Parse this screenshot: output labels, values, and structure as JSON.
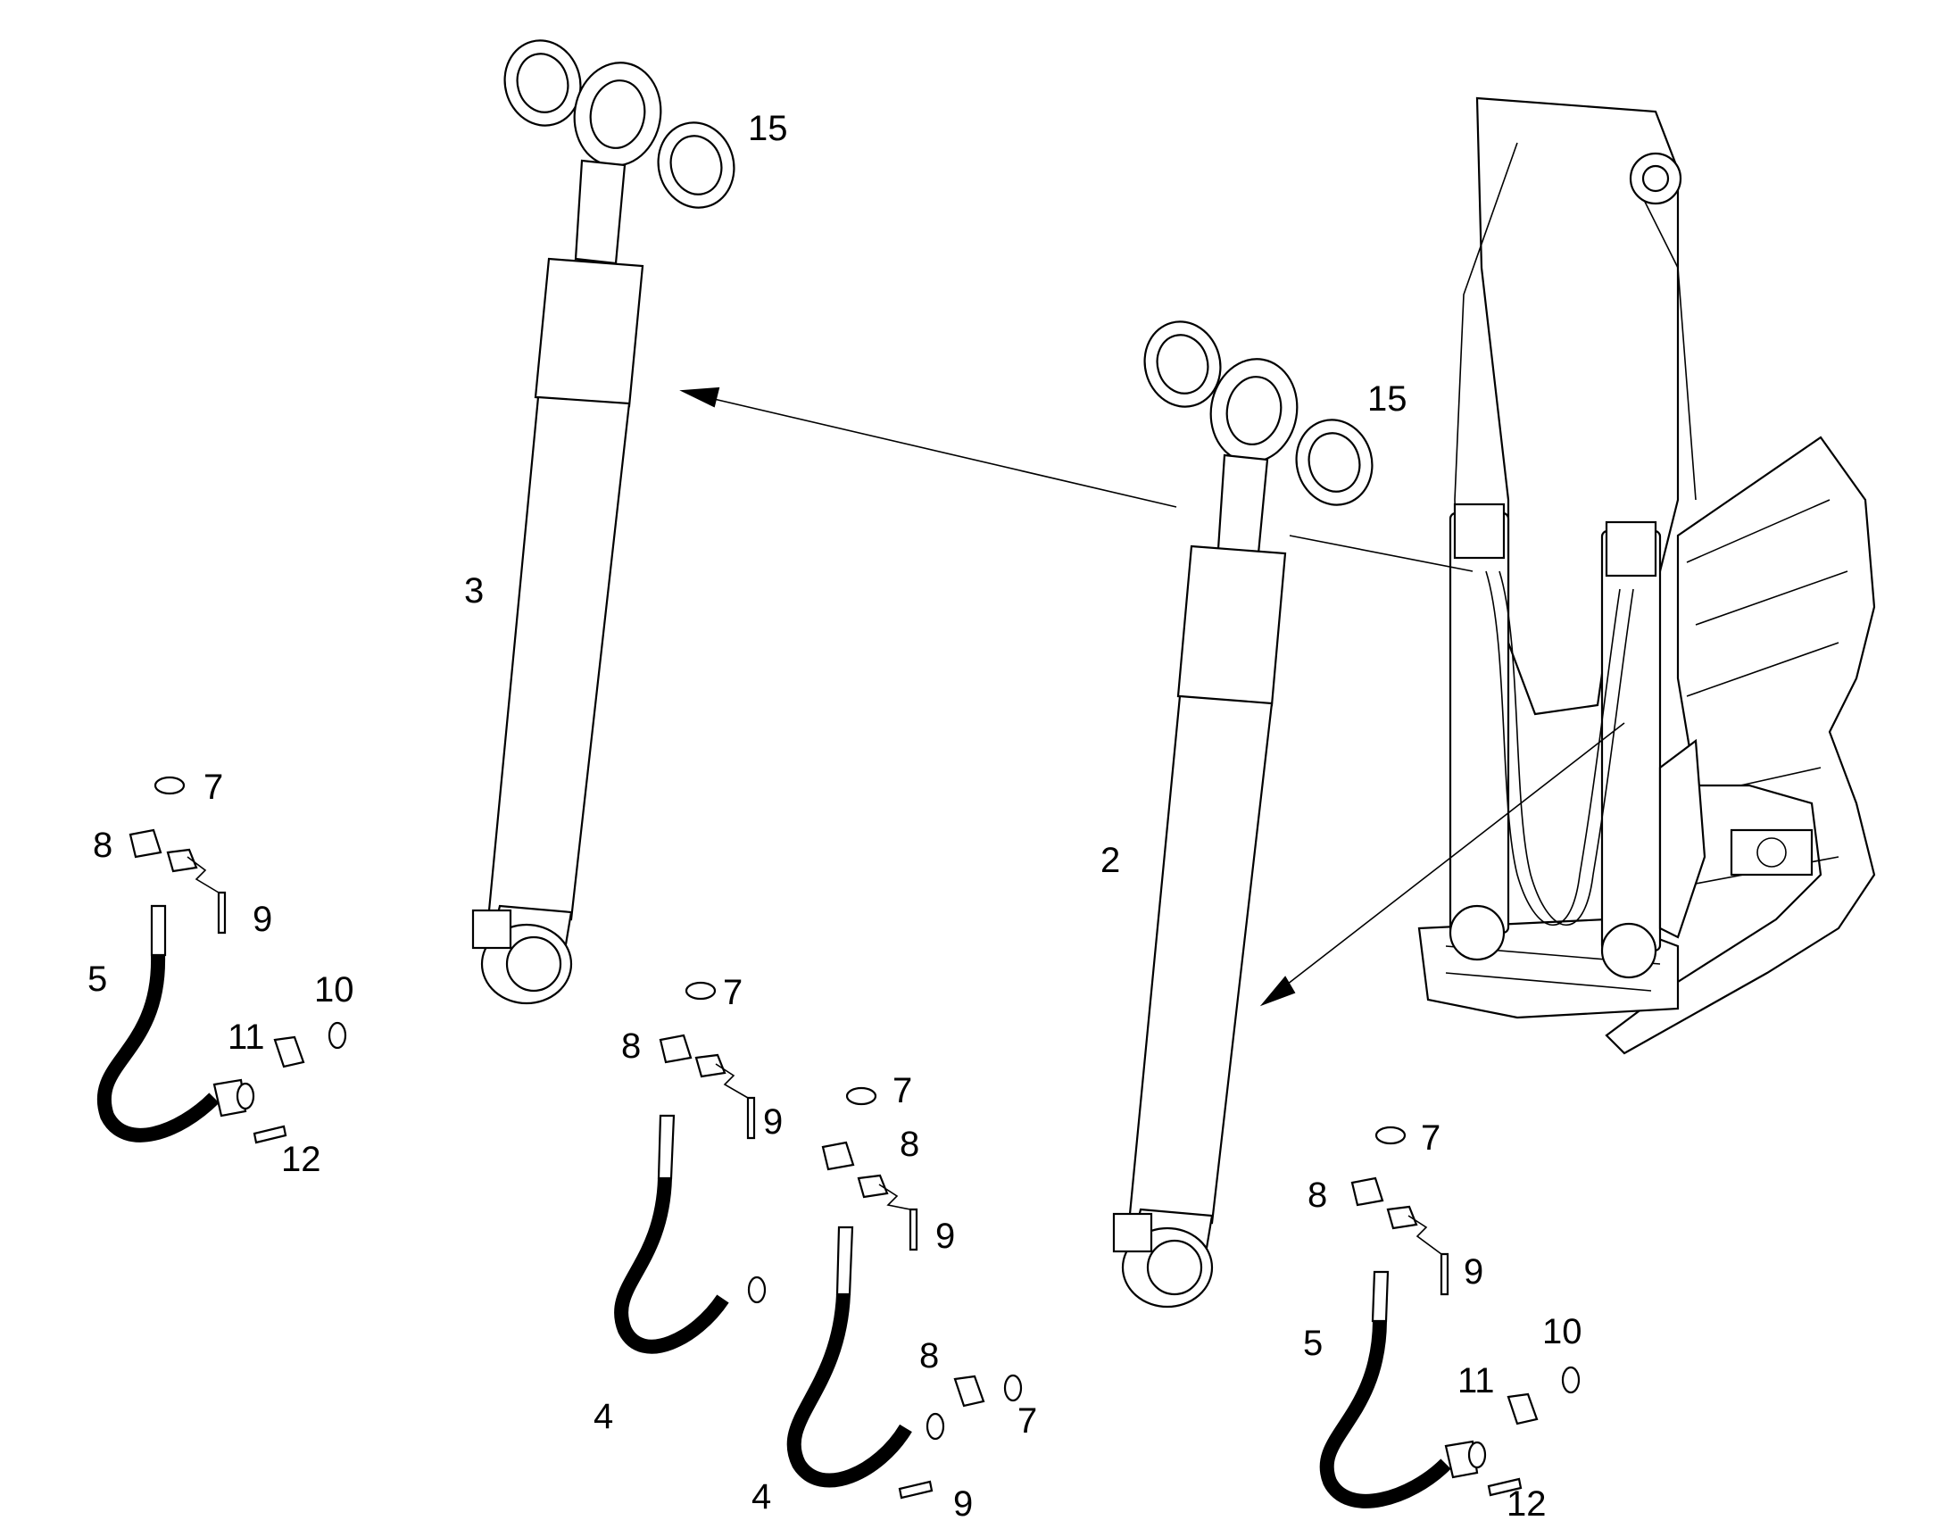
{
  "callouts": {
    "c15a": "15",
    "c15b": "15",
    "c3": "3",
    "c2": "2",
    "c7a": "7",
    "c8a": "8",
    "c9a": "9",
    "c5a": "5",
    "c10a": "10",
    "c11a": "11",
    "c12a": "12",
    "c7b": "7",
    "c8b": "8",
    "c9b": "9",
    "c4a": "4",
    "c7c": "7",
    "c8c": "8",
    "c9c": "9",
    "c8d": "8",
    "c7d": "7",
    "c4b": "4",
    "c9d": "9",
    "c7e": "7",
    "c8e": "8",
    "c9e": "9",
    "c5b": "5",
    "c10b": "10",
    "c11b": "11",
    "c12b": "12"
  }
}
